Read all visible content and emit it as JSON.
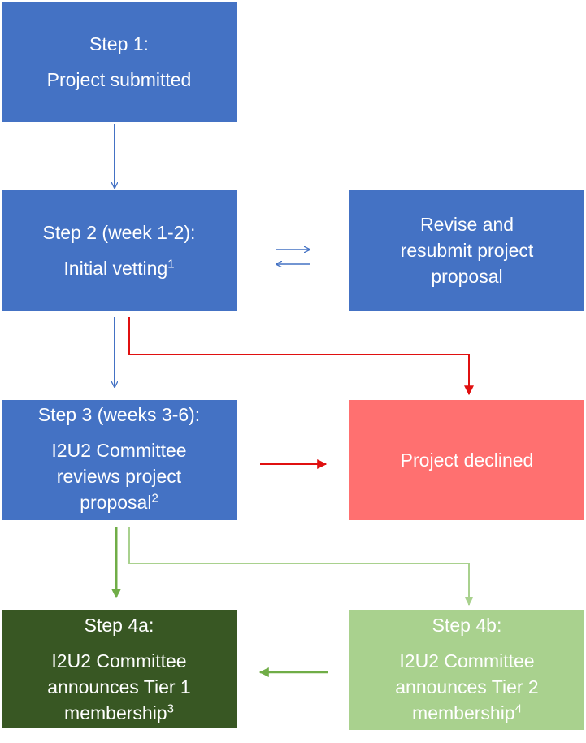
{
  "step1": {
    "title": "Step 1:",
    "body": "Project submitted"
  },
  "step2": {
    "title": "Step 2 (week 1-2):",
    "body": "Initial vetting",
    "sup": "1"
  },
  "revise": {
    "line1": "Revise and",
    "line2": "resubmit project",
    "line3": "proposal"
  },
  "step3": {
    "title": "Step 3 (weeks 3-6):",
    "line1": "I2U2 Committee",
    "line2": "reviews project",
    "line3": "proposal",
    "sup": "2"
  },
  "declined": {
    "label": "Project declined"
  },
  "step4a": {
    "title": "Step 4a:",
    "line1": "I2U2 Committee",
    "line2": "announces Tier 1",
    "line3": "membership",
    "sup": "3"
  },
  "step4b": {
    "title": "Step 4b:",
    "line1": "I2U2 Committee",
    "line2": "announces Tier 2",
    "line3": "membership",
    "sup": "4"
  },
  "colors": {
    "blue": "#4472c4",
    "red": "#ff7070",
    "dark_green": "#385723",
    "light_green": "#a9d18e",
    "red_arrow": "#e01010",
    "green_arrow": "#70ad47"
  }
}
